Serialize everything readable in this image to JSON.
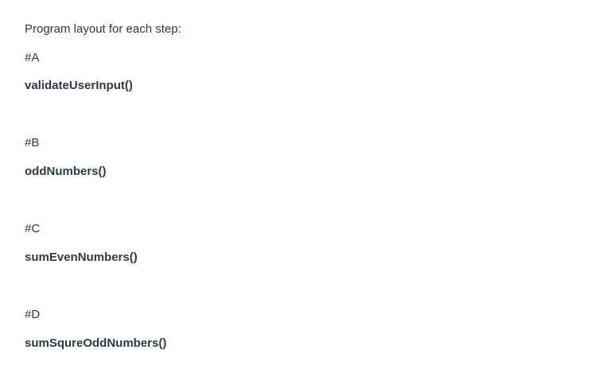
{
  "intro": "Program layout for each step:",
  "steps": [
    {
      "label": "#A",
      "function": "validateUserInput()"
    },
    {
      "label": "#B",
      "function": "oddNumbers()"
    },
    {
      "label": "#C",
      "function": "sumEvenNumbers()"
    },
    {
      "label": "#D",
      "function": "sumSqureOddNumbers()"
    }
  ],
  "colors": {
    "text": "#2d3b45",
    "background": "#ffffff"
  }
}
